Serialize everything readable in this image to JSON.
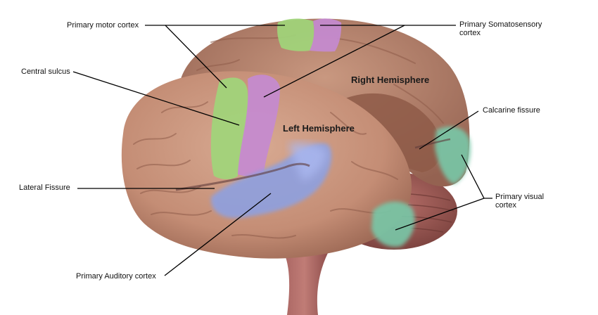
{
  "diagram": {
    "labels": {
      "primary_motor_cortex": "Primary motor cortex",
      "primary_somatosensory_cortex_line1": "Primary Somatosensory",
      "primary_somatosensory_cortex_line2": "cortex",
      "central_sulcus": "Central sulcus",
      "calcarine_fissure": "Calcarine fissure",
      "lateral_fissure": "Lateral Fissure",
      "primary_visual_cortex_line1": "Primary visual",
      "primary_visual_cortex_line2": "cortex",
      "primary_auditory_cortex": "Primary Auditory cortex"
    },
    "regions": {
      "right_hemisphere": "Right Hemisphere",
      "left_hemisphere": "Left Hemisphere"
    },
    "colors": {
      "brain_tissue": "#c9947c",
      "motor_cortex": "#9fd57a",
      "somatosensory_cortex": "#c48ad0",
      "auditory_cortex": "#8ea0e0",
      "visual_cortex": "#78c8a8",
      "cerebellum": "#a0605a",
      "leader_line": "#000000"
    }
  }
}
